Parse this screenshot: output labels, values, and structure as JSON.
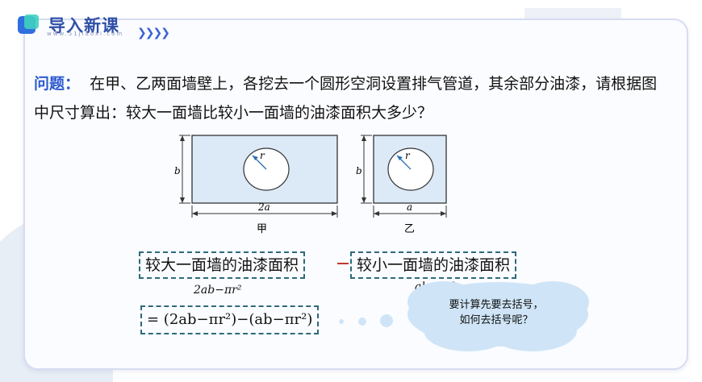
{
  "header": {
    "title": "导入新课",
    "watermark": "www.51jiaoxi.com"
  },
  "question": {
    "label": "问题：",
    "text": "在甲、乙两面墙壁上，各挖去一个圆形空洞设置排气管道，其余部分油漆，请根据图中尺寸算出：较大一面墙比较小一面墙的油漆面积大多少？"
  },
  "figure_jia": {
    "height_label": "b",
    "width_label": "2a",
    "radius_label": "r",
    "caption": "甲"
  },
  "figure_yi": {
    "height_label": "b",
    "width_label": "a",
    "radius_label": "r",
    "caption": "乙"
  },
  "comparison": {
    "left_label": "较大一面墙的油漆面积",
    "right_label": "较小一面墙的油漆面积",
    "left_expr": "2ab−πr²",
    "right_expr": "ab−πr²",
    "equation": "= (2ab−πr²)−(ab−πr²)"
  },
  "bubble": {
    "line1": "要计算先要去括号，",
    "line2": "如何去括号呢？"
  },
  "colors": {
    "panel_border": "#d6dcf2",
    "title": "#2f4fa8",
    "question_label": "#2f5bd0",
    "wall_fill": "#dce9f6",
    "bubble_fill": "#cfe5f7",
    "dashed_border": "#2d6a7a"
  }
}
